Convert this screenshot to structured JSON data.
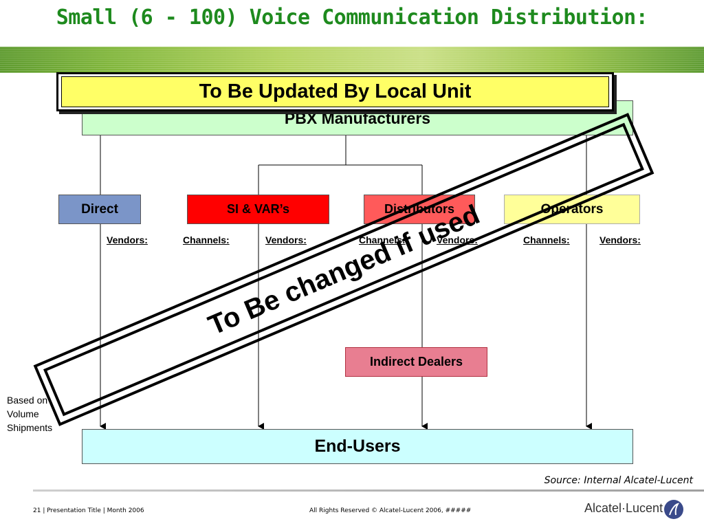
{
  "slide": {
    "title": "Small (6 - 100) Voice Communication Distribution:",
    "update_banner": "To Be Updated By Local Unit",
    "pbx_label": "PBX Manufacturers",
    "channels": {
      "direct": "Direct",
      "si_var": "SI & VAR’s",
      "distributors": "Distributors",
      "operators": "Operators"
    },
    "labels": [
      "Vendors:",
      "Channels:",
      "Vendors:",
      "Channels:",
      "Vendors:",
      "Channels:",
      "Vendors:"
    ],
    "indirect_dealers": "Indirect Dealers",
    "end_users": "End-Users",
    "based_on": [
      "Based on",
      "Volume",
      "Shipments"
    ],
    "stamp": "To Be changed if used",
    "source": "Source: Internal Alcatel-Lucent",
    "footer_left": "21 | Presentation Title | Month 2006",
    "footer_mid": "All Rights Reserved © Alcatel-Lucent 2006, #####",
    "logo": "Alcatel·Lucent"
  },
  "colors": {
    "title": "#1e8a1e",
    "pbx_fill": "#ccffcc",
    "update_fill": "#ffff66",
    "direct_fill": "#7b95c8",
    "si_var_fill": "#ff0000",
    "distributors_fill": "#ff5a5a",
    "operators_fill": "#ffff99",
    "indirect_fill": "#e87e91",
    "end_users_fill": "#ccffff"
  }
}
